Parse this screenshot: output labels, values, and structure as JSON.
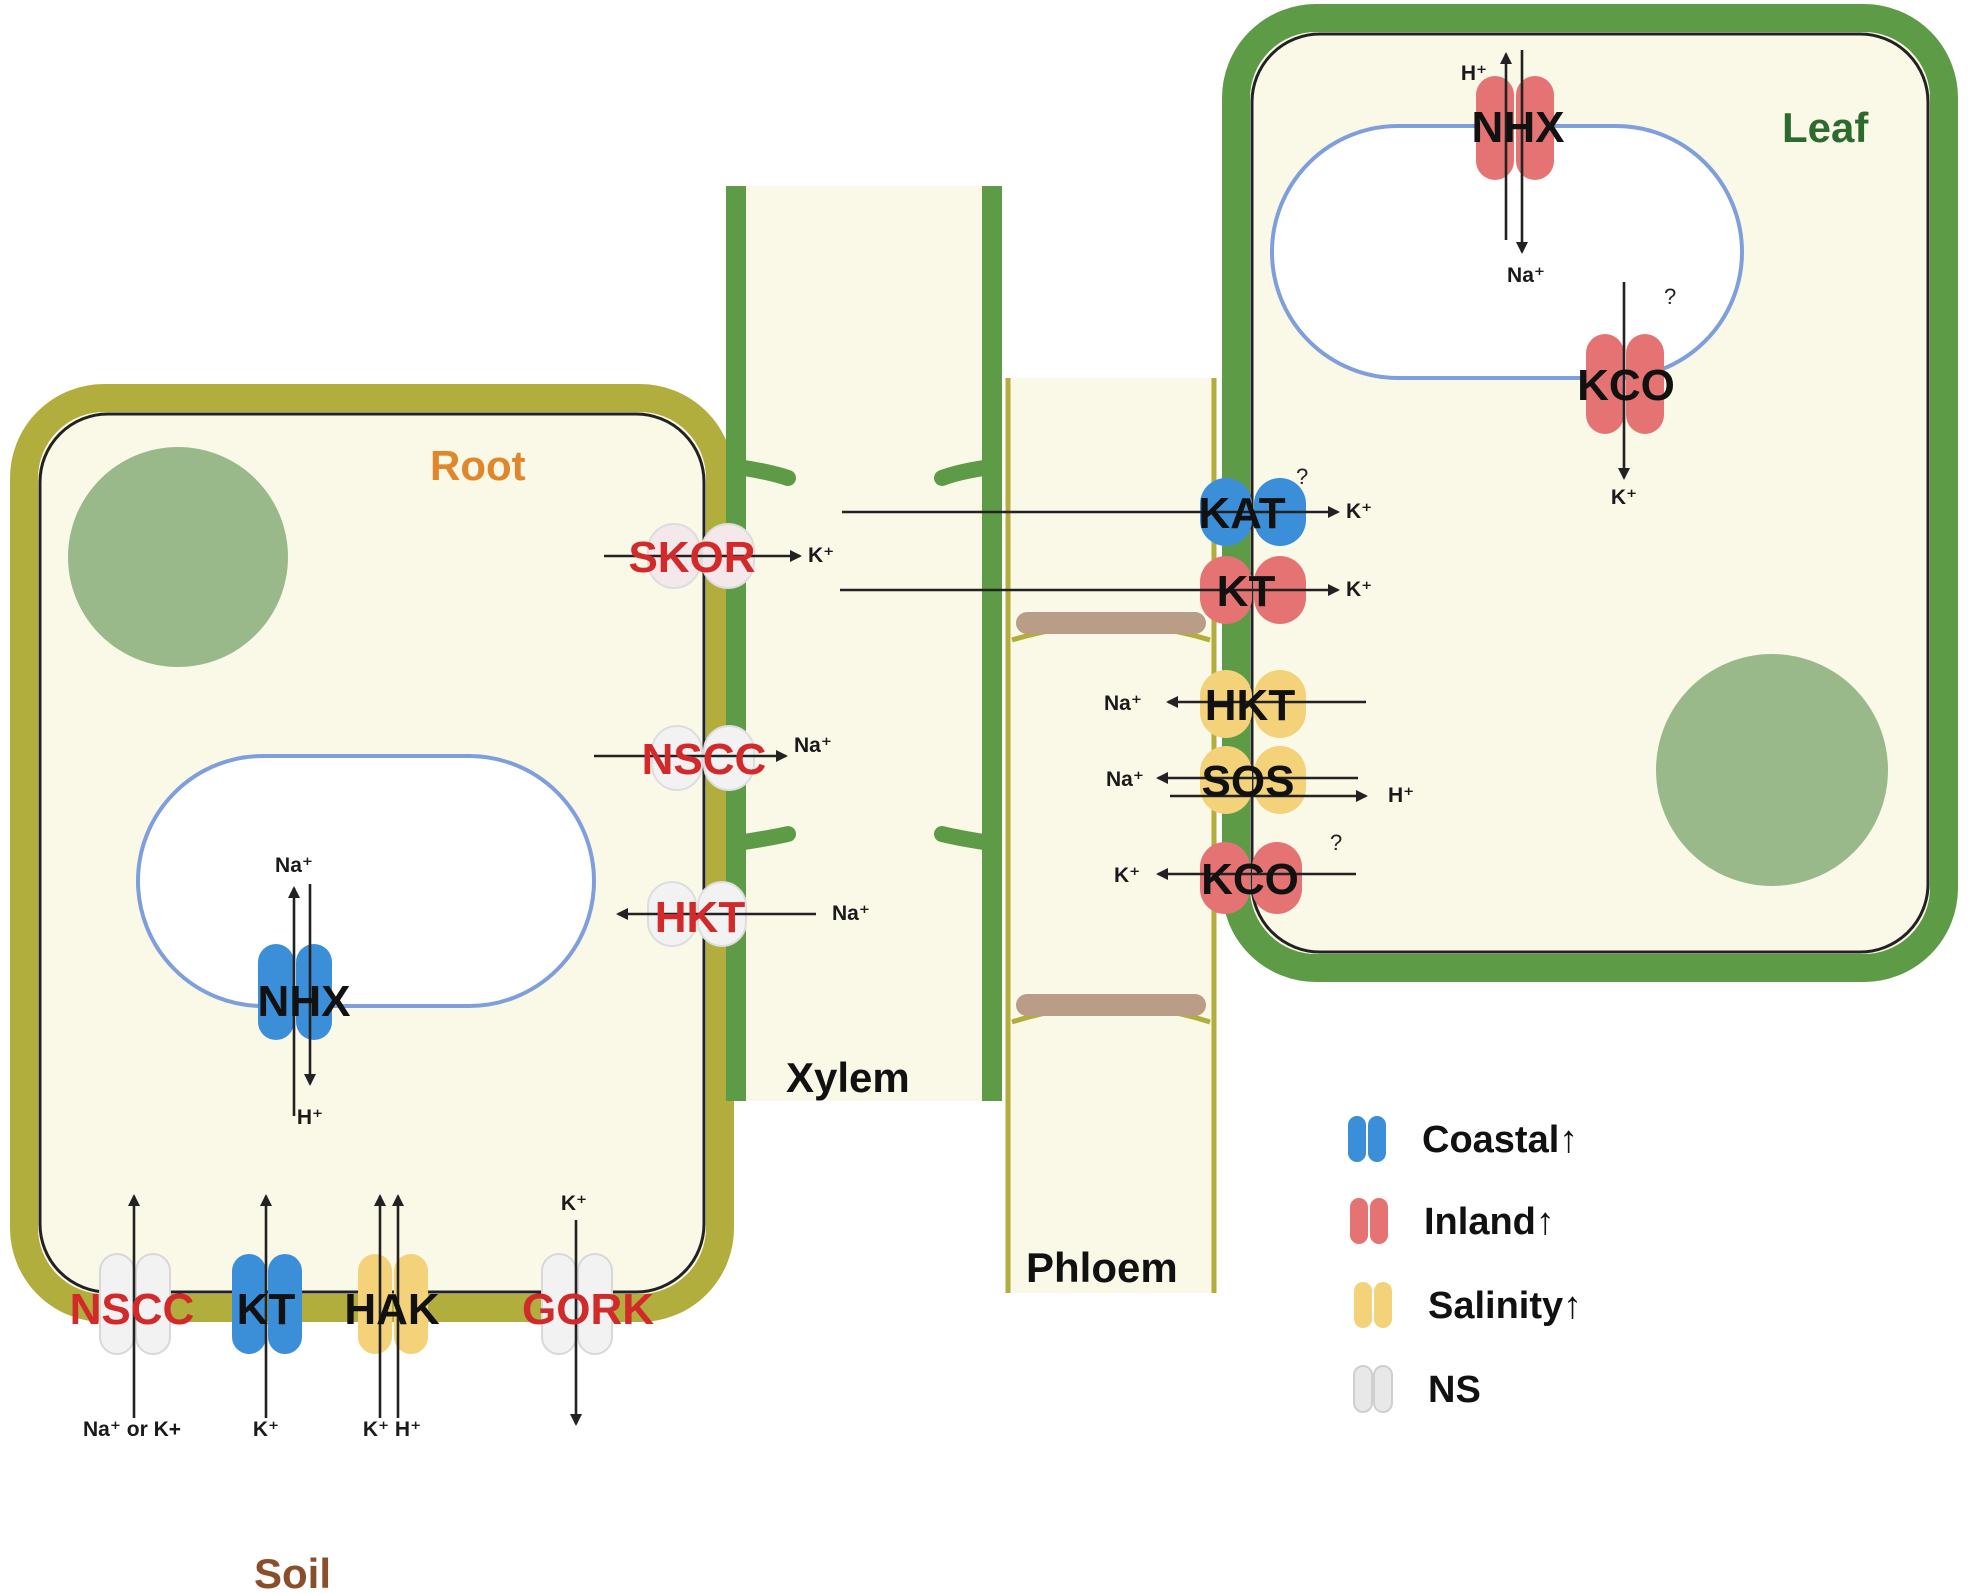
{
  "colors": {
    "coastal": "#3a8fd8",
    "inland": "#e57373",
    "salinity": "#f3d27a",
    "ns": "#e3e3e3",
    "root_wall": "#b1ae3e",
    "leaf_wall": "#5e9b47",
    "cell_fill": "#faf8e6",
    "nucleus": "#9ab98b",
    "vacuole": "#7f9fdc",
    "red_label": "#d22a2a",
    "root_label": "#e0862b",
    "leaf_label": "#2d6a2d",
    "soil_label": "#8a4f2a"
  },
  "regions": {
    "root": "Root",
    "leaf": "Leaf",
    "xylem": "Xylem",
    "phloem": "Phloem",
    "soil": "Soil"
  },
  "transporters": {
    "root_nhx": "NHX",
    "skor": "SKOR",
    "root_nscc": "NSCC",
    "root_hkt": "HKT",
    "soil_nscc": "NSCC",
    "soil_kt": "KT",
    "hak": "HAK",
    "gork": "GORK",
    "leaf_nhx": "NHX",
    "leaf_kco_vac": "KCO",
    "kat": "KAT",
    "leaf_kt": "KT",
    "leaf_hkt": "HKT",
    "sos": "SOS",
    "leaf_kco": "KCO"
  },
  "ions": {
    "root_nhx_na": "Na⁺",
    "root_nhx_h": "H⁺",
    "skor_k": "K⁺",
    "nscc_na": "Na⁺",
    "hkt_na": "Na⁺",
    "soil_nscc_ion": "Na⁺ or K+",
    "soil_kt_k": "K⁺",
    "hak_ions": "K⁺ H⁺",
    "gork_k": "K⁺",
    "leaf_nhx_h": "H⁺",
    "leaf_nhx_na": "Na⁺",
    "leaf_kco_vac_k": "K⁺",
    "kat_k": "K⁺",
    "kt_k": "K⁺",
    "sos_na": "Na⁺",
    "sos_h": "H⁺",
    "kco_k": "K⁺",
    "question_mark": "?"
  },
  "legend": [
    {
      "label": "Coastal",
      "arrow": "↑",
      "color": "#3a8fd8"
    },
    {
      "label": "Inland",
      "arrow": "↑",
      "color": "#e57373"
    },
    {
      "label": "Salinity",
      "arrow": "↑",
      "color": "#f3d27a"
    },
    {
      "label": "NS",
      "arrow": "",
      "color": "#e3e3e3"
    }
  ]
}
